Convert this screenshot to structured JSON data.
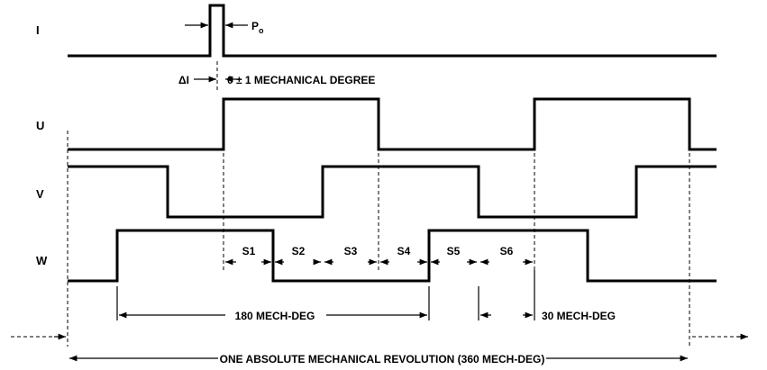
{
  "signals": {
    "i": "I",
    "u": "U",
    "v": "V",
    "w": "W"
  },
  "annotations": {
    "p0_main": "P",
    "p0_sub": "o",
    "delta_i": "ΔI",
    "zero_deg": "0 ± 1 MECHANICAL DEGREE"
  },
  "segments": [
    "S1",
    "S2",
    "S3",
    "S4",
    "S5",
    "S6"
  ],
  "spans": {
    "mech180": "180 MECH-DEG",
    "mech30": "30 MECH-DEG",
    "revolution": "ONE ABSOLUTE MECHANICAL REVOLUTION (360 MECH-DEG)"
  }
}
